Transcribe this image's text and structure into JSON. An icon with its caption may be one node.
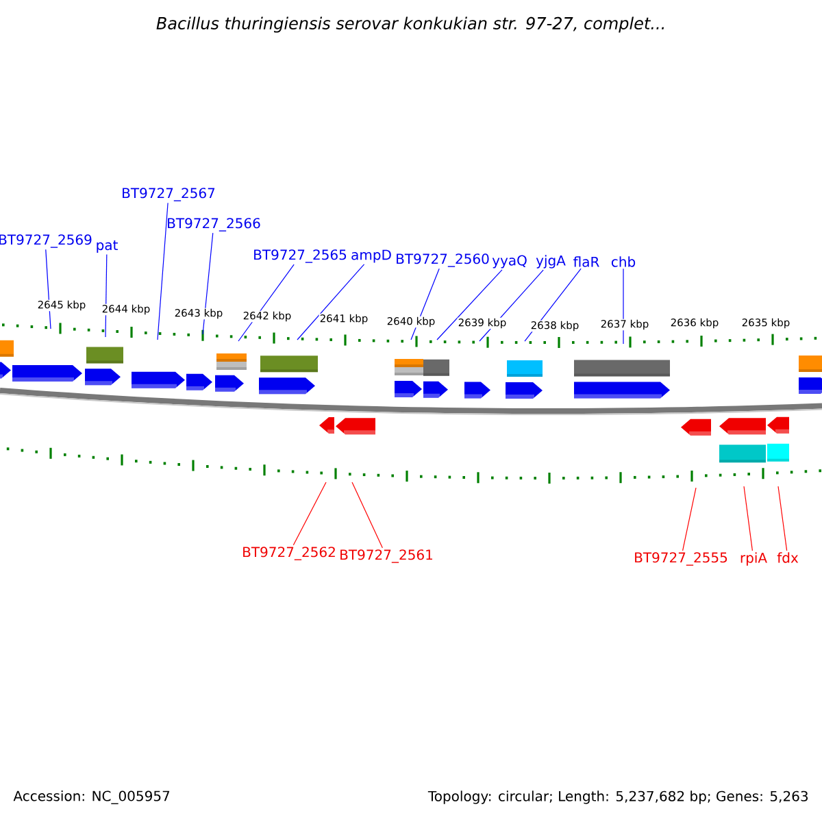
{
  "diagram": {
    "title": "*Bacillus thuringiensis* serovar konkukian str. 97-27, complet...",
    "nodes": [
      {
        "text": [
          "BT9727_2569"
        ]
      },
      {
        "text": [
          "pat"
        ]
      },
      {
        "text": [
          "BT9727_2567"
        ]
      },
      {
        "text": [
          "BT9727_2566"
        ]
      },
      {
        "text": [
          "BT9727_2565"
        ]
      },
      {
        "text": [
          "ampD"
        ]
      },
      {
        "text": [
          "BT9727_2560"
        ]
      },
      {
        "text": [
          "yyaQ"
        ]
      },
      {
        "text": [
          "yjgA"
        ]
      },
      {
        "text": [
          "flaR"
        ]
      },
      {
        "text": [
          "chb"
        ]
      },
      {
        "text": [
          "BT9727_2562"
        ]
      },
      {
        "text": [
          "BT9727_2561"
        ]
      },
      {
        "text": [
          "BT9727_2555"
        ]
      },
      {
        "text": [
          "rpiA"
        ]
      },
      {
        "text": [
          "fdx"
        ]
      }
    ],
    "edges": [
      {
        "from": 0,
        "to": null,
        "arrow": "none"
      },
      {
        "from": 1,
        "to": null,
        "arrow": "none"
      },
      {
        "from": 2,
        "to": null,
        "arrow": "none"
      },
      {
        "from": 3,
        "to": null,
        "arrow": "none"
      },
      {
        "from": 4,
        "to": null,
        "arrow": "none"
      },
      {
        "from": 5,
        "to": null,
        "arrow": "none"
      },
      {
        "from": 6,
        "to": null,
        "arrow": "none"
      },
      {
        "from": 7,
        "to": null,
        "arrow": "none"
      },
      {
        "from": 8,
        "to": null,
        "arrow": "none"
      },
      {
        "from": 9,
        "to": null,
        "arrow": "none"
      },
      {
        "from": 10,
        "to": null,
        "arrow": "none"
      },
      {
        "from": 11,
        "to": null,
        "arrow": "none",
        "color": "#ff0000"
      },
      {
        "from": 12,
        "to": null,
        "arrow": "none",
        "color": "#ff0000"
      },
      {
        "from": 13,
        "to": null,
        "arrow": "none",
        "color": "#ff0000"
      },
      {
        "from": 14,
        "to": null,
        "arrow": "none",
        "color": "#ff0000"
      },
      {
        "from": 15,
        "to": null,
        "arrow": "none",
        "color": "#ff0000"
      }
    ],
    "labels": [
      "2645 kbp",
      "2644 kbp",
      "2643 kbp",
      "2642 kbp",
      "2641 kbp",
      "2640 kbp",
      "2639 kbp",
      "2638 kbp",
      "2637 kbp",
      "2636 kbp",
      "2635 kbp",
      "Accession: NC_005957",
      "Topology: circular; Length: 5,237,682 bp; Genes: 5,263"
    ]
  }
}
